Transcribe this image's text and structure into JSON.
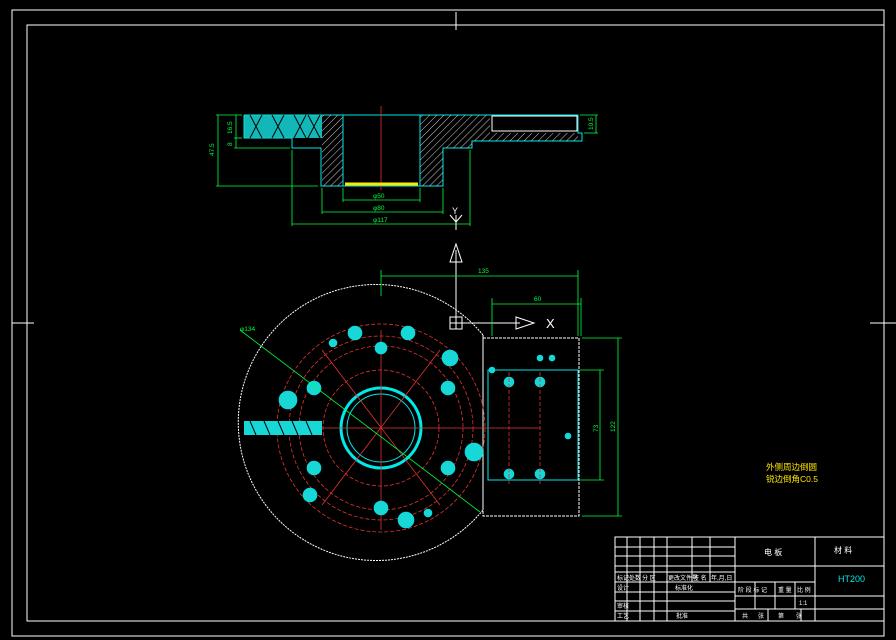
{
  "dimensions": {
    "d50": "φ50",
    "d80": "φ80",
    "d117": "φ117",
    "d134": "φ134",
    "h47_5": "47.5",
    "h16_5": "16.5",
    "h8": "8",
    "h10_5": "10.5",
    "w135": "135",
    "w60": "60",
    "h73": "73",
    "h122": "122"
  },
  "axes": {
    "x": "X",
    "y": "Y"
  },
  "notes": {
    "line1": "外侧周边倒圆",
    "line2": "锐边倒角C0.5"
  },
  "title_block": {
    "part_name": "电 板",
    "material_label": "材 料",
    "material": "HT200",
    "scale": "1:1",
    "grid_labels": [
      "标记",
      "处数",
      "分 区",
      "更改文件号",
      "签 名",
      "年,月,日"
    ],
    "approval_labels": [
      "设计",
      "标准化",
      "审核",
      "工艺",
      "批准"
    ],
    "stage_labels": [
      "阶 段 标 记",
      "重 量",
      "比 例"
    ],
    "sheet_labels": [
      "共",
      "张",
      "第",
      "张"
    ]
  },
  "colors": {
    "background": "#000000",
    "frame": "#ffffff",
    "dimension": "#00ff3c",
    "outline": "#00e8e8",
    "centerline": "#e0342e",
    "note": "#ffe800"
  }
}
